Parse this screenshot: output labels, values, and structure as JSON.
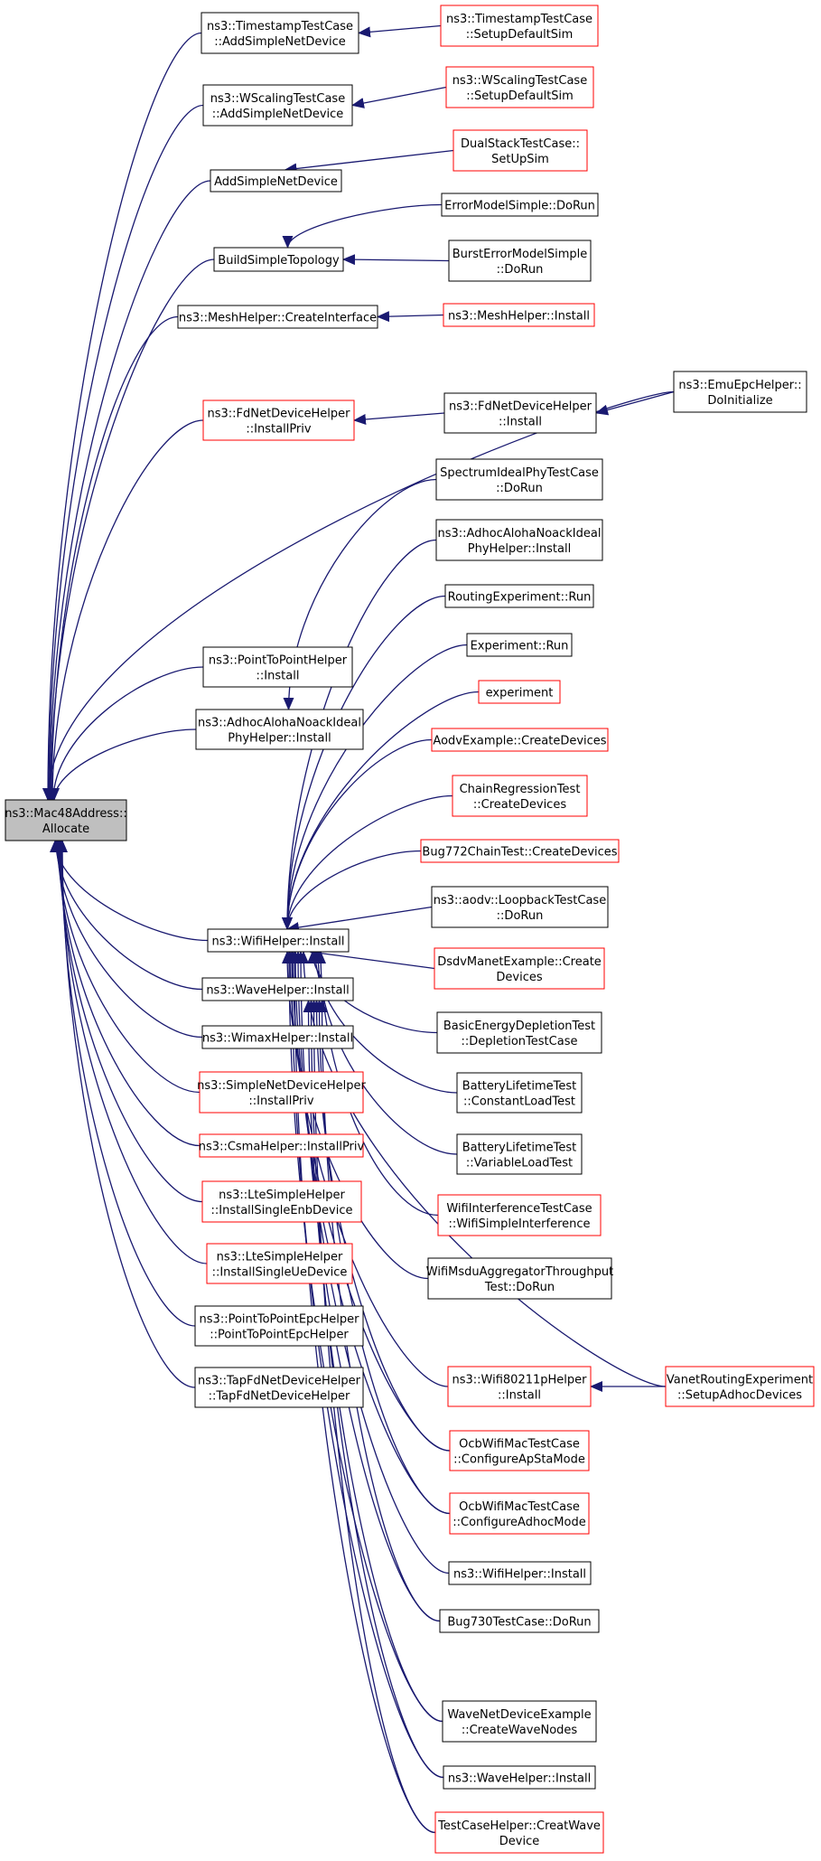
{
  "colors": {
    "edge": "#191970",
    "normal_border": "#000000",
    "red_border": "#ff0000",
    "root_fill": "#bfbfbf"
  },
  "nodes": [
    {
      "id": "root",
      "lines": [
        "ns3::Mac48Address::",
        "Allocate"
      ],
      "style": "root"
    },
    {
      "id": "n1",
      "lines": [
        "ns3::TimestampTestCase",
        "::AddSimpleNetDevice"
      ],
      "style": "black"
    },
    {
      "id": "n2",
      "lines": [
        "ns3::WScalingTestCase",
        "::AddSimpleNetDevice"
      ],
      "style": "black"
    },
    {
      "id": "n3",
      "lines": [
        "AddSimpleNetDevice"
      ],
      "style": "black"
    },
    {
      "id": "n4",
      "lines": [
        "BuildSimpleTopology"
      ],
      "style": "black"
    },
    {
      "id": "n5",
      "lines": [
        "ns3::MeshHelper::CreateInterface"
      ],
      "style": "black"
    },
    {
      "id": "n6",
      "lines": [
        "ns3::FdNetDeviceHelper",
        "::InstallPriv"
      ],
      "style": "red"
    },
    {
      "id": "n7",
      "lines": [
        "ns3::PointToPointHelper",
        "::Install"
      ],
      "style": "black"
    },
    {
      "id": "n8",
      "lines": [
        "ns3::AdhocAlohaNoackIdeal",
        "PhyHelper::Install"
      ],
      "style": "black"
    },
    {
      "id": "n9",
      "lines": [
        "ns3::WifiHelper::Install"
      ],
      "style": "black"
    },
    {
      "id": "n10",
      "lines": [
        "ns3::WaveHelper::Install"
      ],
      "style": "black"
    },
    {
      "id": "n11",
      "lines": [
        "ns3::WimaxHelper::Install"
      ],
      "style": "black"
    },
    {
      "id": "n12",
      "lines": [
        "ns3::SimpleNetDeviceHelper",
        "::InstallPriv"
      ],
      "style": "red"
    },
    {
      "id": "n13",
      "lines": [
        "ns3::CsmaHelper::InstallPriv"
      ],
      "style": "red"
    },
    {
      "id": "n14",
      "lines": [
        "ns3::LteSimpleHelper",
        "::InstallSingleEnbDevice"
      ],
      "style": "red"
    },
    {
      "id": "n15",
      "lines": [
        "ns3::LteSimpleHelper",
        "::InstallSingleUeDevice"
      ],
      "style": "red"
    },
    {
      "id": "n16",
      "lines": [
        "ns3::PointToPointEpcHelper",
        "::PointToPointEpcHelper"
      ],
      "style": "black"
    },
    {
      "id": "n17",
      "lines": [
        "ns3::TapFdNetDeviceHelper",
        "::TapFdNetDeviceHelper"
      ],
      "style": "black"
    },
    {
      "id": "m1",
      "lines": [
        "ns3::TimestampTestCase",
        "::SetupDefaultSim"
      ],
      "style": "red"
    },
    {
      "id": "m2",
      "lines": [
        "ns3::WScalingTestCase",
        "::SetupDefaultSim"
      ],
      "style": "red"
    },
    {
      "id": "m3",
      "lines": [
        "DualStackTestCase::",
        "SetUpSim"
      ],
      "style": "red"
    },
    {
      "id": "m4",
      "lines": [
        "ErrorModelSimple::DoRun"
      ],
      "style": "black"
    },
    {
      "id": "m5",
      "lines": [
        "BurstErrorModelSimple",
        "::DoRun"
      ],
      "style": "black"
    },
    {
      "id": "m6",
      "lines": [
        "ns3::MeshHelper::Install"
      ],
      "style": "red"
    },
    {
      "id": "m7",
      "lines": [
        "ns3::FdNetDeviceHelper",
        "::Install"
      ],
      "style": "black"
    },
    {
      "id": "e1",
      "lines": [
        "ns3::EmuEpcHelper::",
        "DoInitialize"
      ],
      "style": "black"
    },
    {
      "id": "w1",
      "lines": [
        "SpectrumIdealPhyTestCase",
        "::DoRun"
      ],
      "style": "black"
    },
    {
      "id": "w2",
      "lines": [
        "ns3::AdhocAlohaNoackIdeal",
        "PhyHelper::Install"
      ],
      "style": "black"
    },
    {
      "id": "w3",
      "lines": [
        "RoutingExperiment::Run"
      ],
      "style": "black"
    },
    {
      "id": "w4",
      "lines": [
        "Experiment::Run"
      ],
      "style": "black"
    },
    {
      "id": "w5",
      "lines": [
        "experiment"
      ],
      "style": "red"
    },
    {
      "id": "w6",
      "lines": [
        "AodvExample::CreateDevices"
      ],
      "style": "red"
    },
    {
      "id": "w7",
      "lines": [
        "ChainRegressionTest",
        "::CreateDevices"
      ],
      "style": "red"
    },
    {
      "id": "w8",
      "lines": [
        "Bug772ChainTest::CreateDevices"
      ],
      "style": "red"
    },
    {
      "id": "w9",
      "lines": [
        "ns3::aodv::LoopbackTestCase",
        "::DoRun"
      ],
      "style": "black"
    },
    {
      "id": "w10",
      "lines": [
        "DsdvManetExample::Create",
        "Devices"
      ],
      "style": "red"
    },
    {
      "id": "w11",
      "lines": [
        "BasicEnergyDepletionTest",
        "::DepletionTestCase"
      ],
      "style": "black"
    },
    {
      "id": "w12",
      "lines": [
        "BatteryLifetimeTest",
        "::ConstantLoadTest"
      ],
      "style": "black"
    },
    {
      "id": "w13",
      "lines": [
        "BatteryLifetimeTest",
        "::VariableLoadTest"
      ],
      "style": "black"
    },
    {
      "id": "w14",
      "lines": [
        "WifiInterferenceTestCase",
        "::WifiSimpleInterference"
      ],
      "style": "red"
    },
    {
      "id": "w15",
      "lines": [
        "WifiMsduAggregatorThroughput",
        "Test::DoRun"
      ],
      "style": "black"
    },
    {
      "id": "w16",
      "lines": [
        "ns3::Wifi80211pHelper",
        "::Install"
      ],
      "style": "red"
    },
    {
      "id": "v1",
      "lines": [
        "VanetRoutingExperiment",
        "::SetupAdhocDevices"
      ],
      "style": "red"
    },
    {
      "id": "w17",
      "lines": [
        "OcbWifiMacTestCase",
        "::ConfigureApStaMode"
      ],
      "style": "red"
    },
    {
      "id": "w18",
      "lines": [
        "OcbWifiMacTestCase",
        "::ConfigureAdhocMode"
      ],
      "style": "red"
    },
    {
      "id": "w19",
      "lines": [
        "ns3::WifiHelper::Install"
      ],
      "style": "black"
    },
    {
      "id": "w20",
      "lines": [
        "Bug730TestCase::DoRun"
      ],
      "style": "black"
    },
    {
      "id": "x1",
      "lines": [
        "WaveNetDeviceExample",
        "::CreateWaveNodes"
      ],
      "style": "black"
    },
    {
      "id": "x2",
      "lines": [
        "ns3::WaveHelper::Install"
      ],
      "style": "black"
    },
    {
      "id": "x3",
      "lines": [
        "TestCaseHelper::CreatWave",
        "Device"
      ],
      "style": "red"
    }
  ],
  "edges": [
    [
      "n1",
      "root"
    ],
    [
      "n2",
      "root"
    ],
    [
      "n3",
      "root"
    ],
    [
      "n4",
      "root"
    ],
    [
      "n5",
      "root"
    ],
    [
      "n6",
      "root"
    ],
    [
      "n7",
      "root"
    ],
    [
      "n8",
      "root"
    ],
    [
      "n9",
      "root"
    ],
    [
      "n10",
      "root"
    ],
    [
      "n11",
      "root"
    ],
    [
      "n12",
      "root"
    ],
    [
      "n13",
      "root"
    ],
    [
      "n14",
      "root"
    ],
    [
      "n15",
      "root"
    ],
    [
      "n16",
      "root"
    ],
    [
      "n17",
      "root"
    ],
    [
      "e1",
      "root"
    ],
    [
      "m1",
      "n1"
    ],
    [
      "m2",
      "n2"
    ],
    [
      "m3",
      "n3"
    ],
    [
      "m4",
      "n4"
    ],
    [
      "m5",
      "n4"
    ],
    [
      "m6",
      "n5"
    ],
    [
      "m7",
      "n6"
    ],
    [
      "e1",
      "m7"
    ],
    [
      "w1",
      "n8"
    ],
    [
      "w2",
      "n9"
    ],
    [
      "w3",
      "n9"
    ],
    [
      "w4",
      "n9"
    ],
    [
      "w5",
      "n9"
    ],
    [
      "w6",
      "n9"
    ],
    [
      "w7",
      "n9"
    ],
    [
      "w8",
      "n9"
    ],
    [
      "w9",
      "n9"
    ],
    [
      "w10",
      "n9"
    ],
    [
      "w11",
      "n9"
    ],
    [
      "w12",
      "n9"
    ],
    [
      "w13",
      "n9"
    ],
    [
      "w14",
      "n9"
    ],
    [
      "w15",
      "n9"
    ],
    [
      "w16",
      "n9"
    ],
    [
      "w17",
      "n9"
    ],
    [
      "w18",
      "n9"
    ],
    [
      "w19",
      "n9"
    ],
    [
      "w20",
      "n9"
    ],
    [
      "v1",
      "n9"
    ],
    [
      "v1",
      "w16"
    ],
    [
      "x1",
      "n10"
    ],
    [
      "x2",
      "n10"
    ],
    [
      "x3",
      "n10"
    ],
    [
      "w17",
      "n10"
    ],
    [
      "w18",
      "n10"
    ],
    [
      "w20",
      "n10"
    ],
    [
      "x1",
      "n9"
    ],
    [
      "x2",
      "n9"
    ],
    [
      "x3",
      "n9"
    ]
  ]
}
